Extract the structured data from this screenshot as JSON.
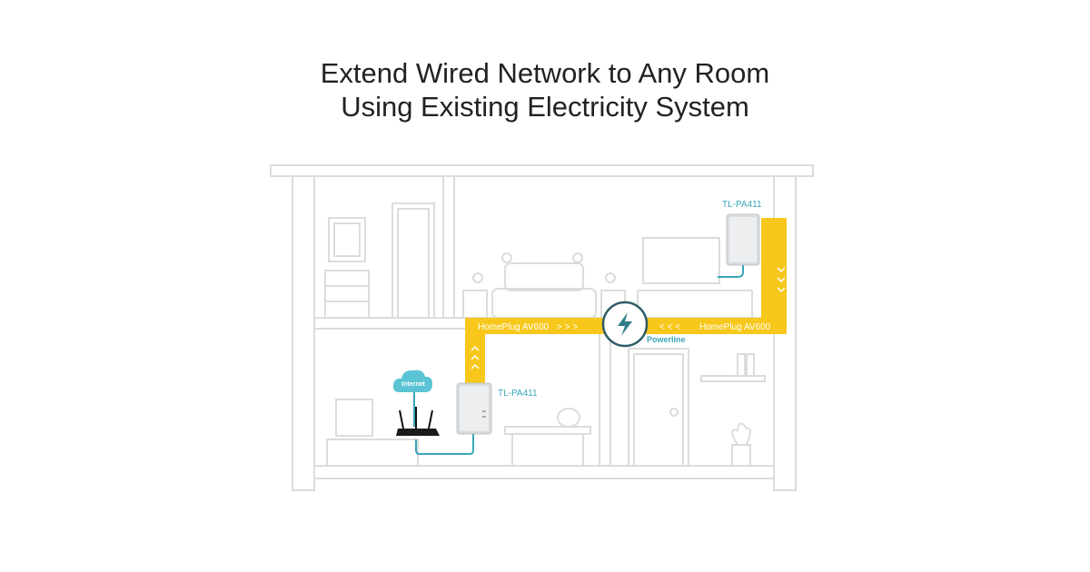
{
  "title": {
    "line1": "Extend Wired Network to Any Room",
    "line2": "Using Existing Electricity System"
  },
  "diagram": {
    "device_upper": "TL-PA411",
    "device_lower": "TL-PA411",
    "link_left": "HomePlug AV600",
    "link_right": "HomePlug AV600",
    "arrows_left": "> > >",
    "arrows_right": "< < <",
    "hub_label": "Powerline",
    "cloud_label": "Internet"
  },
  "colors": {
    "powerline": "#f7c81b",
    "accent": "#3aa6b9",
    "outline": "#dedede"
  }
}
